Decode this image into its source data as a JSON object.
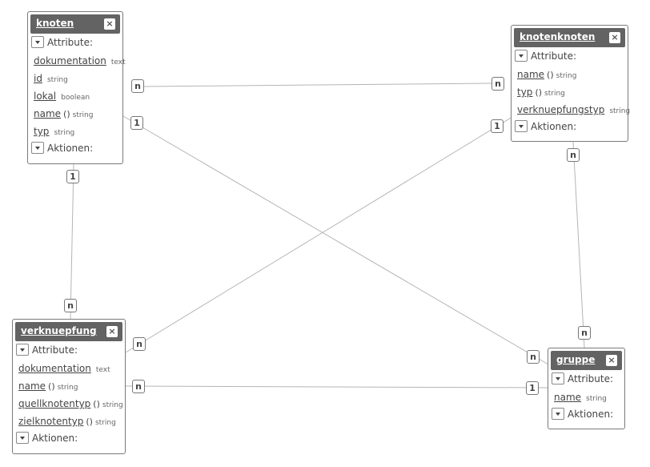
{
  "entities": {
    "knoten": {
      "title": "knoten",
      "attributes_label": "Attribute:",
      "actions_label": "Aktionen:",
      "attributes": [
        {
          "name": "dokumentation",
          "paren": "",
          "type": "text"
        },
        {
          "name": "id",
          "paren": "",
          "type": "string"
        },
        {
          "name": "lokal",
          "paren": "",
          "type": "boolean"
        },
        {
          "name": "name",
          "paren": "()",
          "type": "string"
        },
        {
          "name": "typ",
          "paren": "",
          "type": "string"
        }
      ]
    },
    "knotenknoten": {
      "title": "knotenknoten",
      "attributes_label": "Attribute:",
      "actions_label": "Aktionen:",
      "attributes": [
        {
          "name": "name",
          "paren": "()",
          "type": "string"
        },
        {
          "name": "typ",
          "paren": "()",
          "type": "string"
        },
        {
          "name": "verknuepfungstyp",
          "paren": "",
          "type": "string"
        }
      ]
    },
    "verknuepfung": {
      "title": "verknuepfung",
      "attributes_label": "Attribute:",
      "actions_label": "Aktionen:",
      "attributes": [
        {
          "name": "dokumentation",
          "paren": "",
          "type": "text"
        },
        {
          "name": "name",
          "paren": "()",
          "type": "string"
        },
        {
          "name": "quellknotentyp",
          "paren": "()",
          "type": "string"
        },
        {
          "name": "zielknotentyp",
          "paren": "()",
          "type": "string"
        }
      ]
    },
    "gruppe": {
      "title": "gruppe",
      "attributes_label": "Attribute:",
      "actions_label": "Aktionen:",
      "attributes": [
        {
          "name": "name",
          "paren": "",
          "type": "string"
        }
      ]
    }
  },
  "close_glyph": "×",
  "relations": [
    {
      "from": "knoten",
      "to": "knotenknoten",
      "from_card": "n",
      "to_card": "n"
    },
    {
      "from": "knoten",
      "to": "gruppe",
      "from_card": "1",
      "to_card": "n"
    },
    {
      "from": "knoten",
      "to": "verknuepfung",
      "from_card": "1",
      "to_card": "n"
    },
    {
      "from": "knotenknoten",
      "to": "verknuepfung",
      "from_card": "1",
      "to_card": "n"
    },
    {
      "from": "knotenknoten",
      "to": "gruppe",
      "from_card": "n",
      "to_card": "n"
    },
    {
      "from": "verknuepfung",
      "to": "gruppe",
      "from_card": "n",
      "to_card": "1"
    }
  ],
  "colors": {
    "header": "#636363",
    "line": "#b5b5b5",
    "border": "#7a7a7a"
  }
}
